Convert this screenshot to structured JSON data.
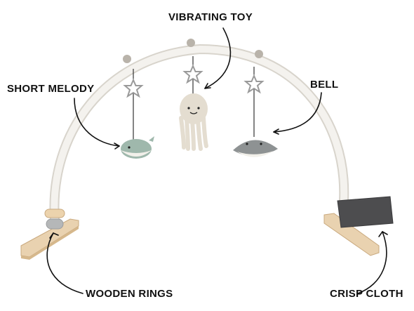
{
  "labels": {
    "vibrating_toy": "VIBRATING TOY",
    "short_melody": "SHORT MELODY",
    "bell": "BELL",
    "wooden_rings": "WOODEN RINGS",
    "crisp_cloth": "CRISP CLOTH"
  },
  "colors": {
    "arch": "#f4f2ee",
    "arch_edge": "#d8d4cc",
    "wood": "#e9d2b0",
    "wood_edge": "#c9a97e",
    "felt_ball": "#b9b3aa",
    "whale": "#9fb8ac",
    "octopus": "#e4ddd0",
    "stingray": "#8e9293",
    "cloth": "#4d4d4f",
    "arrow": "#111111"
  }
}
